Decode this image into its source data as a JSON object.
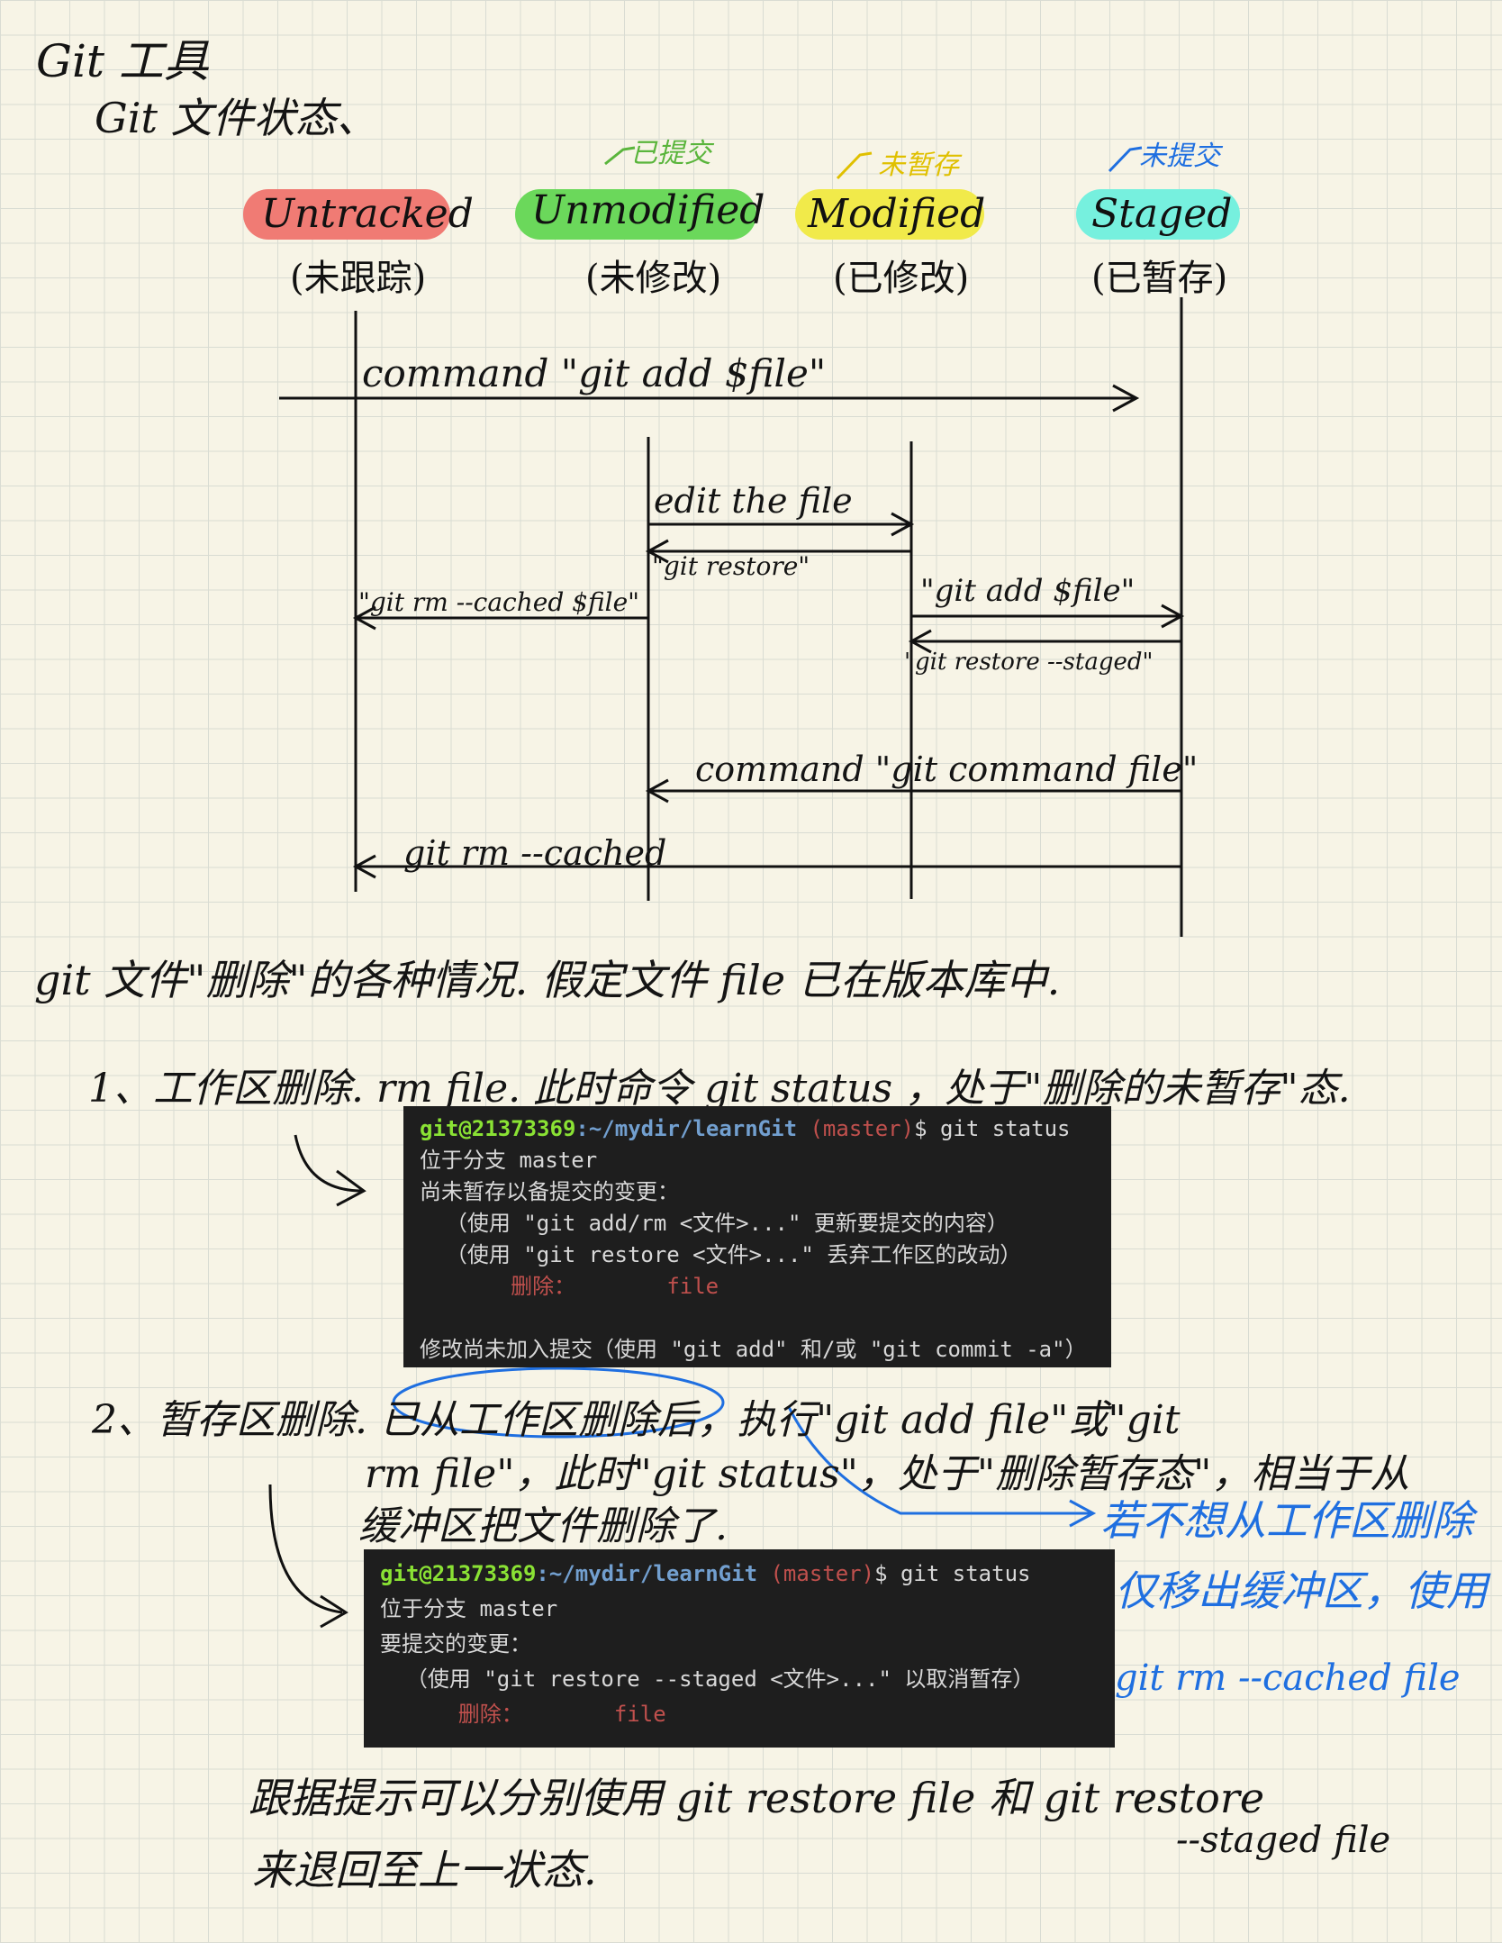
{
  "header": {
    "title": "Git 工具",
    "subtitle": "Git 文件状态、"
  },
  "states": [
    {
      "label": "Untracked",
      "sub": "(未跟踪)",
      "note": "",
      "color": "#f07b74"
    },
    {
      "label": "Unmodified",
      "sub": "(未修改)",
      "note": "已提交",
      "color": "#6bd85b"
    },
    {
      "label": "Modified",
      "sub": "(已修改)",
      "note": "未暂存",
      "color": "#f1ea4a"
    },
    {
      "label": "Staged",
      "sub": "(已暂存)",
      "note": "未提交",
      "color": "#76f0de"
    }
  ],
  "note_colors": {
    "committed": "#5ab53c",
    "unstaged": "#e0c000",
    "uncommitted": "#1f6fe0"
  },
  "arrows": {
    "git_add": "command \"git add $file\"",
    "edit": "edit the file",
    "restore": "\"git restore\"",
    "rm_cached": "\"git rm --cached $file\"",
    "add_file": "\"git add $file\"",
    "restore_staged": "\"git restore --staged\"",
    "commit": "command \"git command file\"",
    "rm_cached_2": "git rm --cached"
  },
  "section": {
    "intro": "git 文件\"删除\"的各种情况. 假定文件 file 已在版本库中.",
    "item1": "1、工作区删除. rm file. 此时命令 git status ，处于\"删除的未暂存\"态.",
    "item2_line1": "2、暂存区删除. 已从工作区删除后，执行\"git add file\"或\"git",
    "item2_line2": "rm file\"，此时\"git status\"，处于\"删除暂存态\"，相当于从",
    "item2_line3": "缓冲区把文件删除了.",
    "aside_line1": "若不想从工作区删除",
    "aside_line2": "仅移出缓冲区，使用",
    "aside_line3": "git rm --cached file",
    "footer_line1": "跟据提示可以分别使用 git restore file 和 git restore",
    "footer_line2": "来退回至上一状态.",
    "footer_line3": "--staged file"
  },
  "terminal1": {
    "user": "git@21373369",
    "path": ":~/mydir/learnGit",
    "branch": "(master)",
    "cmd": "$ git status",
    "lines": [
      "位于分支 master",
      "尚未暂存以备提交的变更：",
      "  （使用 \"git add/rm <文件>...\" 更新要提交的内容）",
      "  （使用 \"git restore <文件>...\" 丢弃工作区的改动）"
    ],
    "deleted_label": "删除：",
    "deleted_file": "file",
    "footer": "修改尚未加入提交（使用 \"git add\" 和/或 \"git commit -a\"）"
  },
  "terminal2": {
    "user": "git@21373369",
    "path": ":~/mydir/learnGit",
    "branch": "(master)",
    "cmd": "$ git status",
    "lines": [
      "位于分支 master",
      "要提交的变更：",
      "  （使用 \"git restore --staged <文件>...\" 以取消暂存）"
    ],
    "deleted_label": "删除：",
    "deleted_file": "file"
  }
}
